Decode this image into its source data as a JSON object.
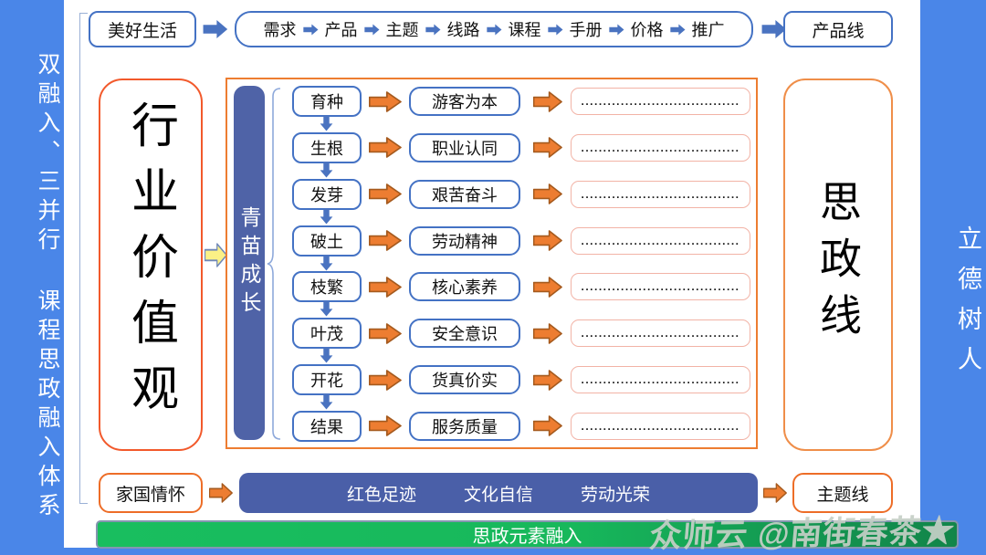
{
  "colors": {
    "background": "#4a86e8",
    "box_blue_border": "#4472c4",
    "arrow_blue": "#4a73c0",
    "bar_slate_blue": "#4f63a7",
    "arrow_orange": "#ed7d31",
    "values_box_border": "#f2592b",
    "ideology_box_border": "#ef8e49",
    "dotted_box_border": "#f2b3a6",
    "green_bar": "#17bd5e",
    "yellow_arrow": "#fbf186"
  },
  "sidebars": {
    "left": "双融入、三并行 课程思政融入体系",
    "right": "立德树人"
  },
  "top_row": {
    "start": "美好生活",
    "chain": [
      "需求",
      "产品",
      "主题",
      "线路",
      "课程",
      "手册",
      "价格",
      "推广"
    ],
    "end": "产品线"
  },
  "middle": {
    "left_box": "行业价值观",
    "growth_bar": "青苗成长",
    "rows": [
      {
        "stage": "育种",
        "value": "游客为本"
      },
      {
        "stage": "生根",
        "value": "职业认同"
      },
      {
        "stage": "发芽",
        "value": "艰苦奋斗"
      },
      {
        "stage": "破土",
        "value": "劳动精神"
      },
      {
        "stage": "枝繁",
        "value": "核心素养"
      },
      {
        "stage": "叶茂",
        "value": "安全意识"
      },
      {
        "stage": "开花",
        "value": "货真价实"
      },
      {
        "stage": "结果",
        "value": "服务质量"
      }
    ],
    "dots": "....................................",
    "right_box": "思政线"
  },
  "bottom_row": {
    "start": "家国情怀",
    "bar_items": [
      "红色足迹",
      "文化自信",
      "劳动光荣"
    ],
    "end": "主题线"
  },
  "footer": {
    "green_bar": "思政元素融入"
  },
  "watermark": "众师云 @南街春茶★"
}
